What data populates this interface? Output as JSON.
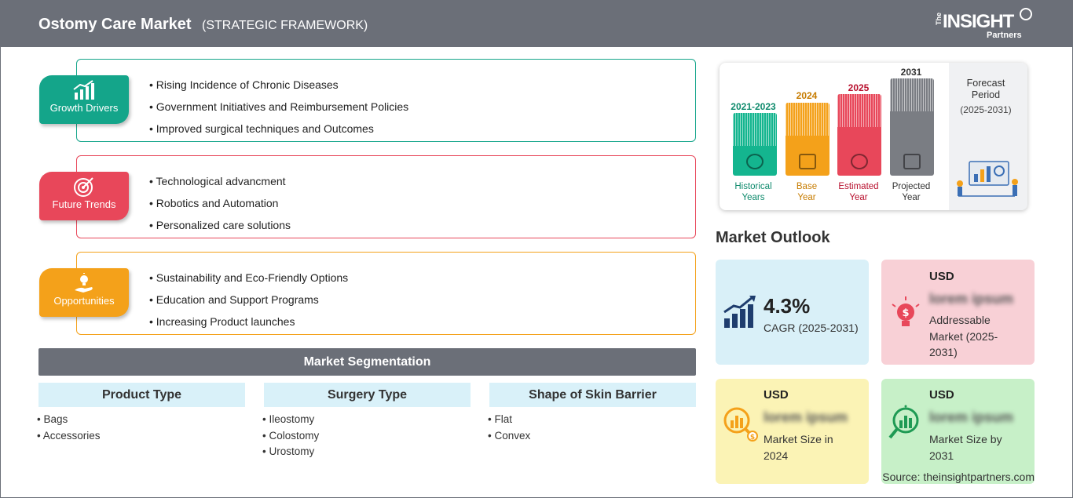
{
  "header": {
    "title": "Ostomy Care Market",
    "subtitle": "(STRATEGIC FRAMEWORK)"
  },
  "logo": {
    "the": "The",
    "insight": "INSIGHT",
    "partners": "Partners"
  },
  "framework": [
    {
      "label": "Growth Drivers",
      "color": "#14a58a",
      "icon": "growth-chart-icon",
      "items": [
        "Rising Incidence of Chronic Diseases",
        "Government Initiatives and Reimbursement Policies",
        "Improved surgical techniques and Outcomes"
      ]
    },
    {
      "label": "Future Trends",
      "color": "#e8475a",
      "icon": "target-icon",
      "items": [
        "Technological advancment",
        "Robotics and Automation",
        "Personalized care solutions"
      ]
    },
    {
      "label": "Opportunities",
      "color": "#f4a11a",
      "icon": "lightbulb-hand-icon",
      "items": [
        "Sustainability and Eco-Friendly Options",
        "Education and Support Programs",
        "Increasing Product launches"
      ]
    }
  ],
  "segmentation": {
    "title": "Market Segmentation",
    "columns": [
      {
        "heading": "Product Type",
        "items": [
          "Bags",
          "Accessories"
        ]
      },
      {
        "heading": "Surgery Type",
        "items": [
          "Ileostomy",
          "Colostomy",
          "Urostomy"
        ]
      },
      {
        "heading": "Shape of Skin Barrier",
        "items": [
          "Flat",
          "Convex"
        ]
      }
    ]
  },
  "timeline": {
    "bars": [
      {
        "year": "2021-2023",
        "label1": "Historical",
        "label2": "Years",
        "color": "#14b58f",
        "yearColor": "#0e8a6c"
      },
      {
        "year": "2024",
        "label1": "Base",
        "label2": "Year",
        "color": "#f4a11a",
        "yearColor": "#c77c00"
      },
      {
        "year": "2025",
        "label1": "Estimated",
        "label2": "Year",
        "color": "#e8475a",
        "yearColor": "#b8102e"
      },
      {
        "year": "2031",
        "label1": "Projected",
        "label2": "Year",
        "color": "#7a7d83",
        "yearColor": "#333333"
      }
    ],
    "forecast_title": "Forecast Period",
    "forecast_range": "(2025-2031)"
  },
  "outlook": {
    "title": "Market Outlook",
    "cagr": {
      "value": "4.3%",
      "label": "CAGR (2025-2031)",
      "bg": "#d9f0f8"
    },
    "addressable": {
      "currency": "USD",
      "value": "lorem ipsum",
      "label": "Addressable Market (2025-2031)",
      "bg": "#f8d0d6"
    },
    "size_2024": {
      "currency": "USD",
      "value": "lorem ipsum",
      "label": "Market Size in 2024",
      "bg": "#fbf3b5"
    },
    "size_2031": {
      "currency": "USD",
      "value": "lorem ipsum",
      "label": "Market Size by 2031",
      "bg": "#c7f0c8"
    }
  },
  "source": "Source: theinsightpartners.com"
}
